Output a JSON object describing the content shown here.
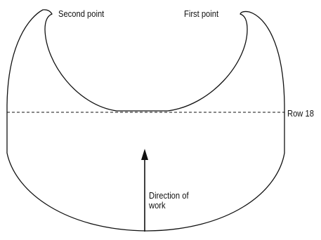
{
  "labels": {
    "second_point": "Second point",
    "first_point": "First point",
    "row_marker": "Row 18",
    "direction_line1": "Direction of",
    "direction_line2": "work"
  },
  "colors": {
    "stroke": "#111111",
    "background": "#ffffff"
  }
}
